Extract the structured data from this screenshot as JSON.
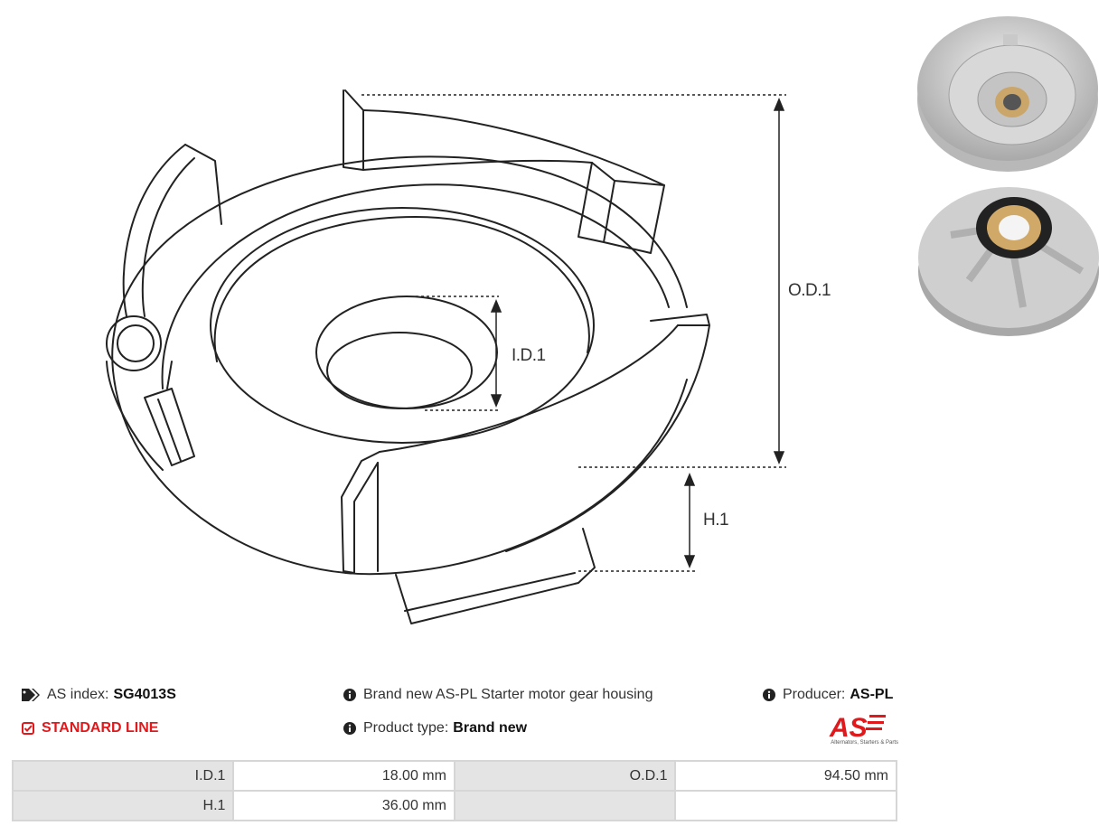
{
  "drawing": {
    "labels": {
      "od": "O.D.1",
      "id": "I.D.1",
      "h": "H.1"
    }
  },
  "info": {
    "as_index_label": "AS index:",
    "as_index_value": "SG4013S",
    "standard_line": "STANDARD LINE",
    "description": "Brand new AS-PL Starter motor gear housing",
    "product_type_label": "Product type:",
    "product_type_value": "Brand new",
    "producer_label": "Producer:",
    "producer_value": "AS-PL"
  },
  "logo": {
    "mark": "AS",
    "caption": "Alternators, Starters & Parts",
    "color": "#e0191c"
  },
  "specs": [
    {
      "label1": "I.D.1",
      "value1": "18.00 mm",
      "label2": "O.D.1",
      "value2": "94.50 mm"
    },
    {
      "label1": "H.1",
      "value1": "36.00 mm",
      "label2": "",
      "value2": ""
    }
  ],
  "colors": {
    "accent": "#e0191c",
    "table_label_bg": "#e4e4e4",
    "table_border": "#d6d6d6"
  }
}
